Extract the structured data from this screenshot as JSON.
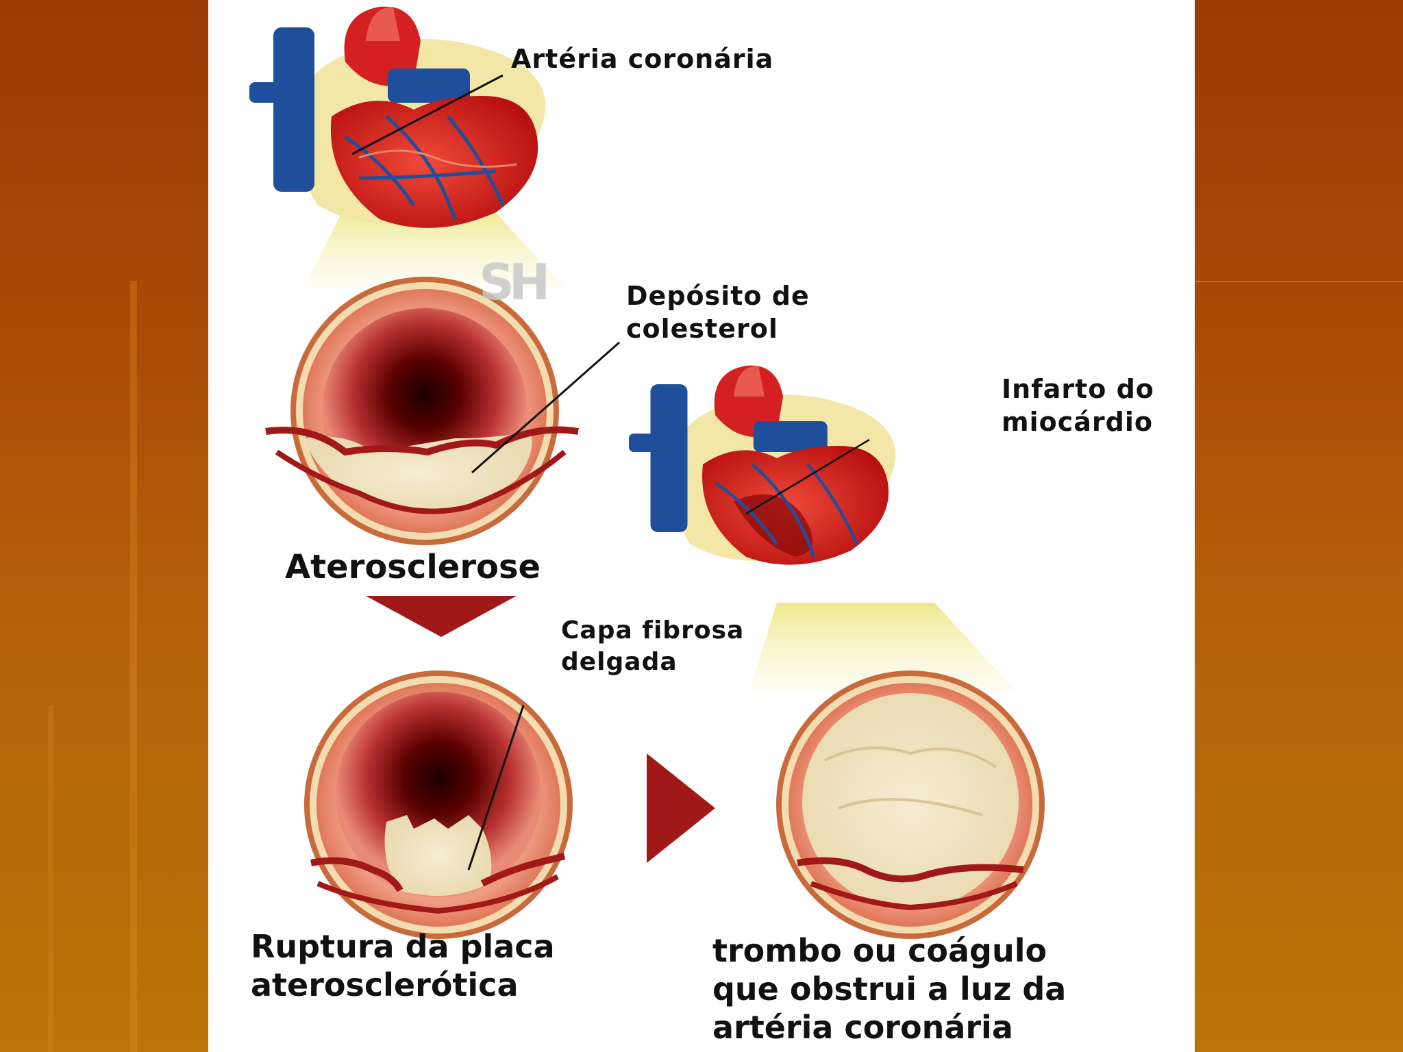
{
  "labels": {
    "arteria_coronaria": "Artéria coronária",
    "deposito_line1": "Depósito de",
    "deposito_line2": "colesterol",
    "infarto_line1": "Infarto do",
    "infarto_line2": "miocárdio",
    "aterosclerose": "Aterosclerose",
    "capa_line1": "Capa fibrosa",
    "capa_line2": "delgada",
    "ruptura_line1": "Ruptura da placa",
    "ruptura_line2": "aterosclerótica",
    "trombo_line1": "trombo ou coágulo",
    "trombo_line2": "que obstrui a luz da",
    "trombo_line3": "artéria coronária"
  },
  "watermark": "SH",
  "colors": {
    "artery_wall": "#e8866a",
    "artery_outer": "#c96a3c",
    "plaque": "#f2e4c4",
    "lumen_dark": "#2a0000",
    "arrow": "#a01818",
    "heart_red": "#d42020",
    "vein_blue": "#1f4f9a",
    "fat_yellow": "#f3e7a8",
    "light_cone": "#f4ee9a"
  }
}
